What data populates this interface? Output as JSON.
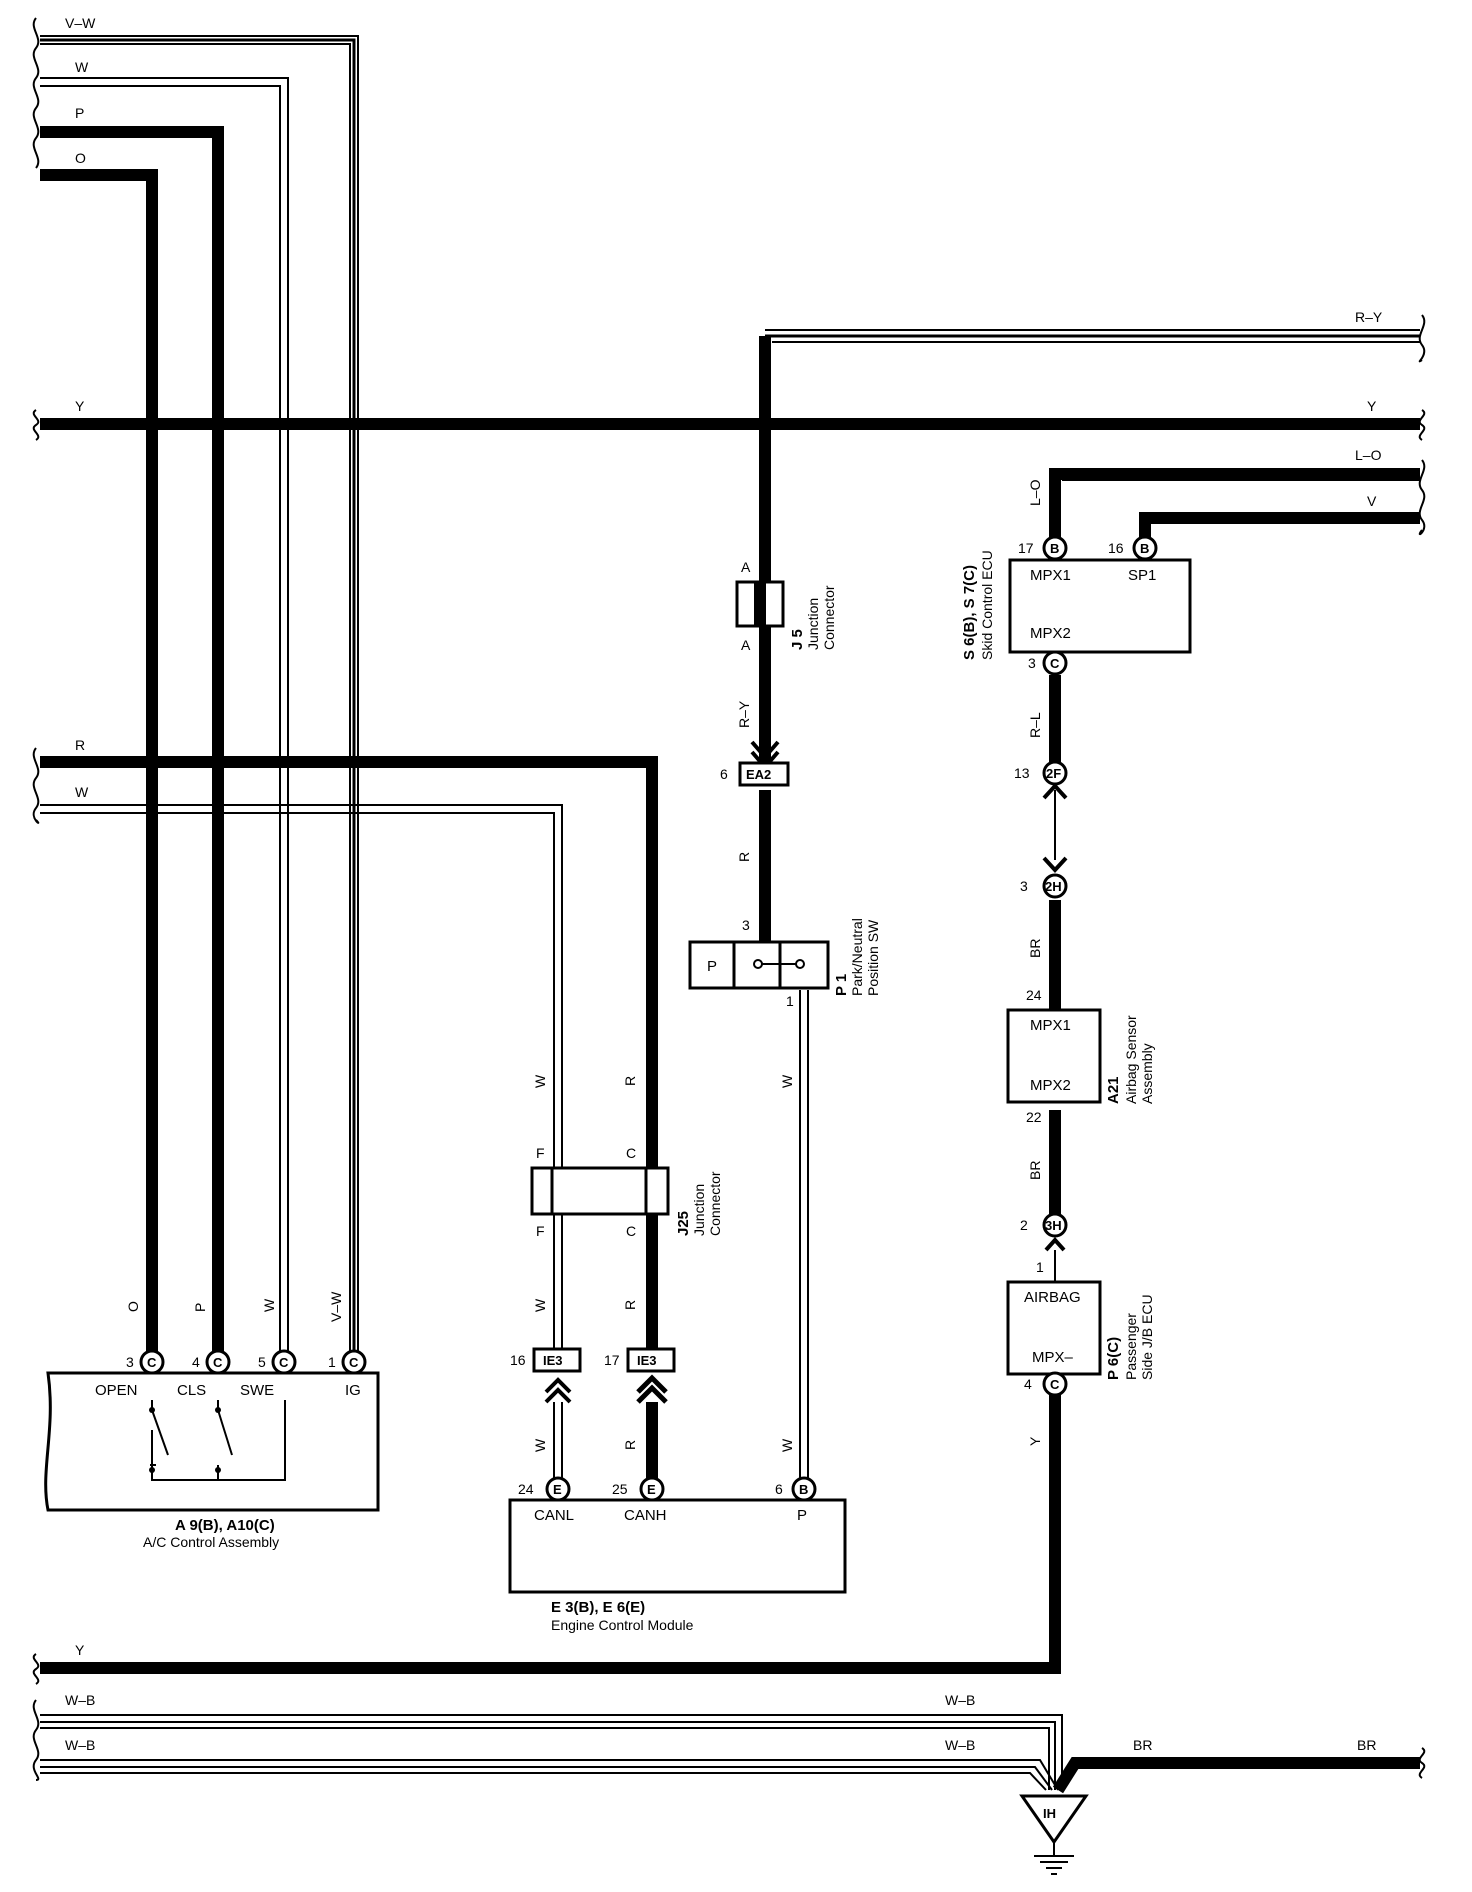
{
  "wires": {
    "v_w_top": "V–W",
    "w_top": "W",
    "p_top": "P",
    "o_top": "O",
    "y_main_left": "Y",
    "y_main_right": "Y",
    "r_y_right": "R–Y",
    "l_o_right": "L–O",
    "v_right": "V",
    "r_mid": "R",
    "w_mid": "W",
    "y_bottom": "Y",
    "wb_1_left": "W–B",
    "wb_1_right": "W–B",
    "wb_2_left": "W–B",
    "wb_2_right": "W–B",
    "br_left": "BR",
    "br_right": "BR"
  },
  "vertical_labels": {
    "r_y": "R–Y",
    "r_ea2": "R",
    "w_p1": "W",
    "w_j25_top": "W",
    "r_j25_top": "R",
    "w_j25_bot": "W",
    "r_j25_bot": "R",
    "w_ecm_left": "W",
    "r_ecm": "R",
    "w_ecm_right": "W",
    "o_ac": "O",
    "p_ac": "P",
    "w_ac": "W",
    "vw_ac": "V–W",
    "l_o": "L–O",
    "r_l": "R–L",
    "br_top": "BR",
    "br_mid": "BR",
    "y_p6": "Y"
  },
  "j5": {
    "code": "J 5",
    "desc1": "Junction",
    "desc2": "Connector",
    "pin_top": "A",
    "pin_bot": "A"
  },
  "ea2": {
    "pin": "6",
    "label": "EA2"
  },
  "p1": {
    "code": "P 1",
    "desc1": "Park/Neutral",
    "desc2": "Position SW",
    "letter": "P",
    "pin_in": "3",
    "pin_out": "1"
  },
  "j25": {
    "code": "J25",
    "desc1": "Junction",
    "desc2": "Connector",
    "pin_left_top": "F",
    "pin_left_bot": "F",
    "pin_right_top": "C",
    "pin_right_bot": "C"
  },
  "ie3_left": {
    "pin": "16",
    "label": "IE3"
  },
  "ie3_right": {
    "pin": "17",
    "label": "IE3"
  },
  "ecm": {
    "code": "E 3(B), E 6(E)",
    "desc": "Engine Control Module",
    "pin_canl": "24",
    "letter_canl": "E",
    "label_canl": "CANL",
    "pin_canh": "25",
    "letter_canh": "E",
    "label_canh": "CANH",
    "pin_p": "6",
    "letter_p": "B",
    "label_p": "P"
  },
  "ac": {
    "code": "A 9(B), A10(C)",
    "desc": "A/C Control Assembly",
    "pins": [
      {
        "num": "3",
        "letter": "C",
        "label": "OPEN"
      },
      {
        "num": "4",
        "letter": "C",
        "label": "CLS"
      },
      {
        "num": "5",
        "letter": "C",
        "label": "SWE"
      },
      {
        "num": "1",
        "letter": "C",
        "label": "IG"
      }
    ]
  },
  "skid": {
    "code": "S 6(B), S 7(C)",
    "desc": "Skid Control ECU",
    "pin_mpx1": "17",
    "letter_mpx1": "B",
    "label_mpx1": "MPX1",
    "pin_sp1": "16",
    "letter_sp1": "B",
    "label_sp1": "SP1",
    "pin_mpx2": "3",
    "letter_mpx2": "C",
    "label_mpx2": "MPX2"
  },
  "c2f": {
    "pin": "13",
    "label": "2F"
  },
  "c2h": {
    "pin": "3",
    "label": "2H"
  },
  "airbag_sensor": {
    "code": "A21",
    "desc1": "Airbag Sensor",
    "desc2": "Assembly",
    "pin_top": "24",
    "label_top": "MPX1",
    "pin_bot": "22",
    "label_bot": "MPX2"
  },
  "c3h": {
    "pin": "2",
    "label": "3H"
  },
  "p6": {
    "code": "P 6(C)",
    "desc1": "Passenger",
    "desc2": "Side J/B ECU",
    "pin_top": "1",
    "label_top": "AIRBAG",
    "label_bot": "MPX–",
    "pin_bot": "4",
    "letter_bot": "C"
  },
  "ground": {
    "label": "IH"
  }
}
